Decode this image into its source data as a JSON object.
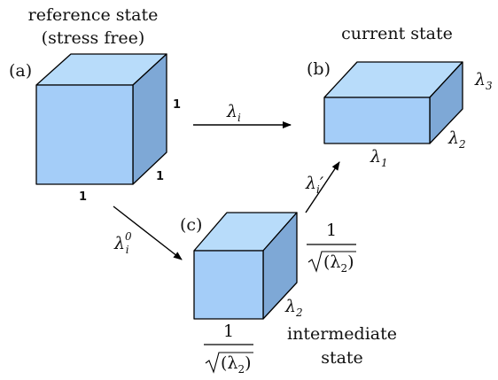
{
  "labels": {
    "a": "(a)",
    "b": "(b)",
    "c": "(c)"
  },
  "captions": {
    "reference_line1": "reference state",
    "reference_line2": "(stress free)",
    "current": "current state",
    "intermediate_line1": "intermediate",
    "intermediate_line2": "state"
  },
  "cube_a": {
    "dim_right": "1",
    "dim_bottom_right": "1",
    "dim_bottom": "1"
  },
  "box_b": {
    "lambda_symbol": "λ",
    "sub_1": "1",
    "sub_2": "2",
    "sub_3": "3"
  },
  "cube_c": {
    "frac_num": "1",
    "frac_sqrt_arg": "(λ",
    "frac_sub": "2",
    "frac_close": ")",
    "lambda_symbol": "λ",
    "sub_2": "2"
  },
  "arrows": {
    "a_to_b": {
      "symbol": "λ",
      "sub": "i"
    },
    "a_to_c": {
      "symbol": "λ",
      "sup": "0",
      "sub": "i"
    },
    "c_to_b": {
      "symbol": "λ",
      "sub": "i",
      "prime": "′"
    }
  },
  "colors": {
    "front": "#a4cdf8",
    "top": "#b8dcfa",
    "side": "#7ea8d6",
    "edge": "#000000"
  }
}
